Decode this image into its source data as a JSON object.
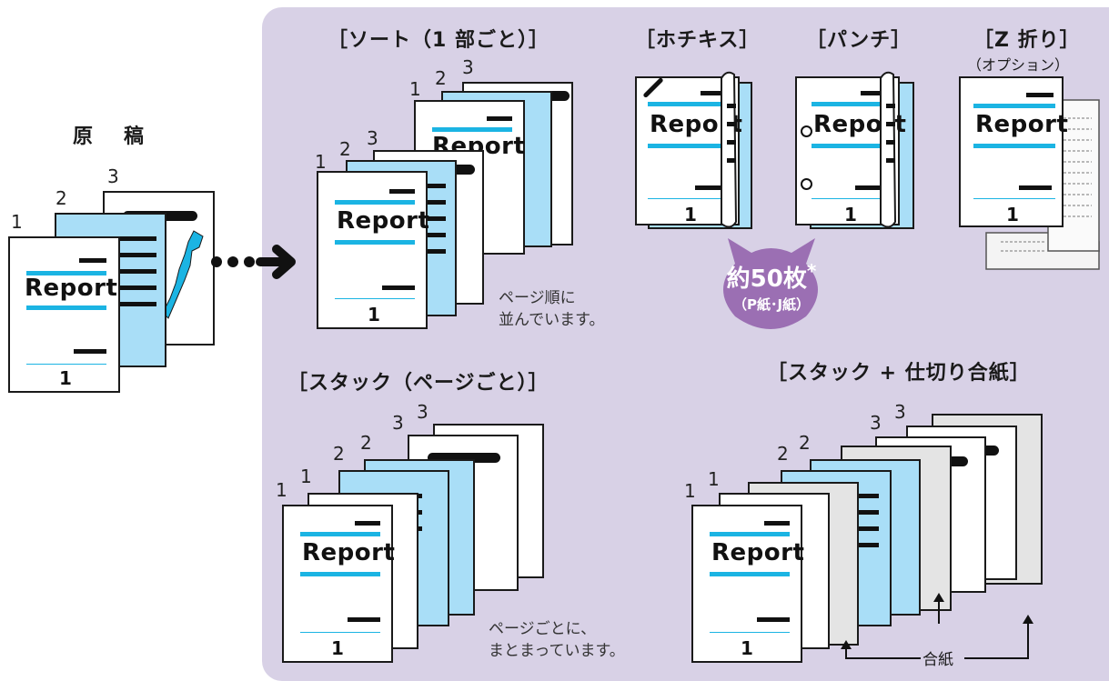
{
  "original_heading": "原　稿",
  "sort": {
    "heading": "［ソート（1 部ごと）］",
    "note_line1": "ページ順に",
    "note_line2": "並んでいます。"
  },
  "staple": {
    "heading": "［ホチキス］"
  },
  "punch": {
    "heading": "［パンチ］"
  },
  "zfold": {
    "heading": "［Z 折り］",
    "sub": "（オプション）"
  },
  "badge": {
    "line1": "約50枚",
    "asterisk": "*",
    "line2": "（P紙･J紙）"
  },
  "stack": {
    "heading": "［スタック（ページごと）］",
    "note_line1": "ページごとに、",
    "note_line2": "まとまっています。"
  },
  "stack_sep": {
    "heading": "［スタック + 仕切り合紙］",
    "label": "合紙"
  },
  "doc": {
    "title": "Report",
    "page": "1"
  },
  "numbers": {
    "one": "1",
    "two": "2",
    "three": "3"
  },
  "colors": {
    "panel": "#d8d1e6",
    "page_blue": "#a9def7",
    "accent_cyan": "#1bb4e3",
    "badge": "#9b6fb3",
    "separator_gray": "#e4e4e4"
  }
}
